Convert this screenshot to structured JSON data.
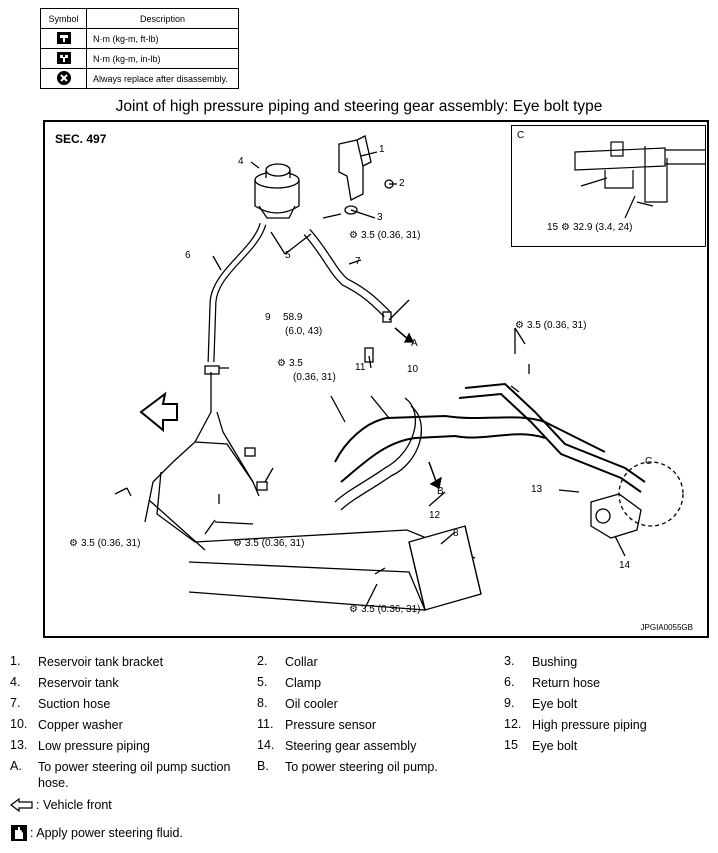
{
  "symbol_table": {
    "header_symbol": "Symbol",
    "header_description": "Description",
    "rows": [
      {
        "icon": "torque-wrench-icon",
        "description": "N·m (kg-m, ft-lb)"
      },
      {
        "icon": "torque-wrench-small-icon",
        "description": "N·m (kg-m, in-lb)"
      },
      {
        "icon": "always-replace-icon",
        "description": "Always replace after disassembly."
      }
    ]
  },
  "title": "Joint of high pressure piping and steering gear assembly: Eye bolt type",
  "diagram": {
    "section": "SEC. 497",
    "code": "JPGIA0055GB",
    "callouts": [
      "1",
      "2",
      "3",
      "4",
      "5",
      "6",
      "7",
      "8",
      "9",
      "10",
      "11",
      "12",
      "13",
      "14",
      "15",
      "A",
      "B",
      "C"
    ],
    "torques": {
      "t1": "3.5 (0.36, 31)",
      "t2": "58.9",
      "t2b": "(6.0, 43)",
      "t3": "3.5",
      "t3b": "(0.36, 31)",
      "t4": "3.5 (0.36, 31)",
      "t5": "3.5 (0.36, 31)",
      "t6": "3.5 (0.36, 31)",
      "t7": "3.5 (0.36, 31)",
      "t8": "32.9 (3.4, 24)"
    }
  },
  "legend": [
    [
      {
        "num": "1.",
        "text": "Reservoir tank bracket"
      },
      {
        "num": "2.",
        "text": "Collar"
      },
      {
        "num": "3.",
        "text": "Bushing"
      }
    ],
    [
      {
        "num": "4.",
        "text": "Reservoir tank"
      },
      {
        "num": "5.",
        "text": "Clamp"
      },
      {
        "num": "6.",
        "text": "Return hose"
      }
    ],
    [
      {
        "num": "7.",
        "text": "Suction hose"
      },
      {
        "num": "8.",
        "text": "Oil cooler"
      },
      {
        "num": "9.",
        "text": "Eye bolt"
      }
    ],
    [
      {
        "num": "10.",
        "text": "Copper washer"
      },
      {
        "num": "11.",
        "text": "Pressure sensor"
      },
      {
        "num": "12.",
        "text": "High pressure piping"
      }
    ],
    [
      {
        "num": "13.",
        "text": "Low pressure piping"
      },
      {
        "num": "14.",
        "text": "Steering gear assembly"
      },
      {
        "num": "15",
        "text": "Eye bolt"
      }
    ],
    [
      {
        "num": "A.",
        "text": "To power steering oil pump suction hose."
      },
      {
        "num": "B.",
        "text": "To power steering oil pump."
      }
    ]
  ],
  "notes": {
    "vehicle_front": ": Vehicle front",
    "apply_fluid": ": Apply power steering fluid."
  }
}
